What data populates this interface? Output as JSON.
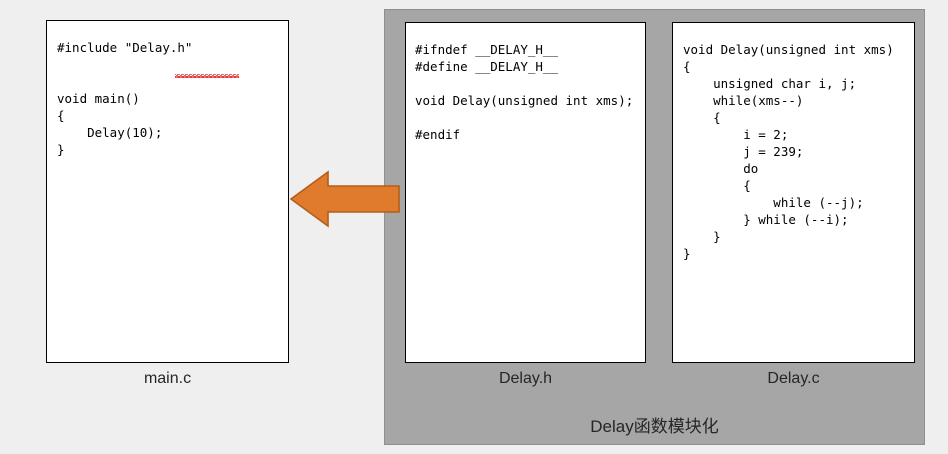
{
  "diagram": {
    "title": "Delay函数模块化",
    "background_color": "#efefef",
    "panel_color": "#a6a6a6",
    "arrow_color": "#e07b2e",
    "arrow_border_color": "#b35f17",
    "arrow_direction": "left"
  },
  "boxes": {
    "main_c": {
      "label": "main.c",
      "code": "#include \"Delay.h\"\n\n\nvoid main()\n{\n    Delay(10);\n}",
      "has_spellcheck_squiggle": true,
      "squiggle_target": "Delay.h"
    },
    "delay_h": {
      "label": "Delay.h",
      "code": "#ifndef __DELAY_H__\n#define __DELAY_H__\n\nvoid Delay(unsigned int xms);\n\n#endif"
    },
    "delay_c": {
      "label": "Delay.c",
      "code": "void Delay(unsigned int xms)\n{\n    unsigned char i, j;\n    while(xms--)\n    {\n        i = 2;\n        j = 239;\n        do\n        {\n            while (--j);\n        } while (--i);\n    }\n}"
    }
  }
}
